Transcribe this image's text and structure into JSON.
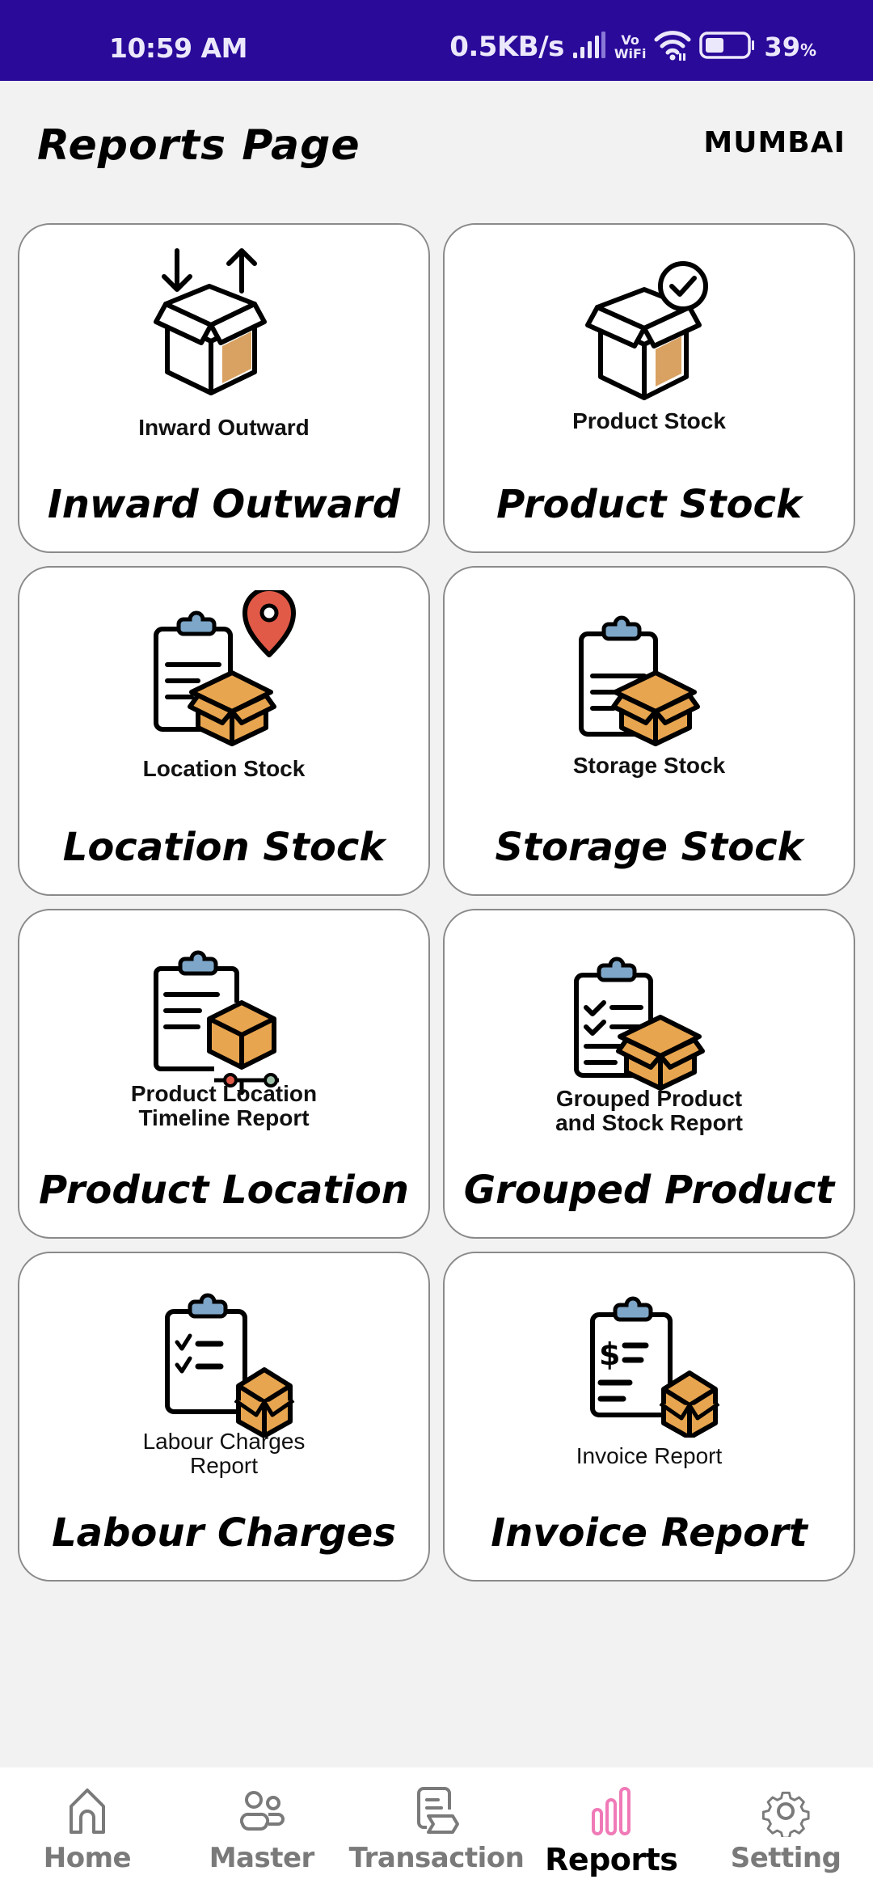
{
  "status_bar": {
    "time": "10:59 AM",
    "network_speed": "0.5KB/s",
    "vowifi_top": "Vo",
    "vowifi_bottom": "WiFi",
    "battery_percent": "39",
    "battery_unit": "%"
  },
  "header": {
    "title": "Reports Page",
    "location": "MUMBAI"
  },
  "cards": [
    {
      "icon": "box-inward-outward-icon",
      "caption": "Inward Outward",
      "title": "Inward Outward"
    },
    {
      "icon": "box-check-icon",
      "caption": "Product Stock",
      "title": "Product Stock"
    },
    {
      "icon": "clipboard-box-location-icon",
      "caption": "Location Stock",
      "title": "Location Stock"
    },
    {
      "icon": "clipboard-box-icon",
      "caption": "Storage Stock",
      "title": "Storage Stock"
    },
    {
      "icon": "clipboard-cube-timeline-icon",
      "caption_line1": "Product Location",
      "caption_line2": "Timeline Report",
      "title": "Product Location"
    },
    {
      "icon": "clipboard-checklist-box-icon",
      "caption_line1": "Grouped Product",
      "caption_line2": "and Stock Report",
      "title": "Grouped Product"
    },
    {
      "icon": "clipboard-checklist-box-icon",
      "caption_line1": "Labour Charges",
      "caption_line2": "Report",
      "title": "Labour Charges"
    },
    {
      "icon": "clipboard-invoice-box-icon",
      "caption": "Invoice Report",
      "title": "Invoice Report"
    }
  ],
  "bottom_nav": {
    "items": [
      {
        "label": "Home",
        "icon": "home-icon",
        "active": false
      },
      {
        "label": "Master",
        "icon": "users-icon",
        "active": false
      },
      {
        "label": "Transaction",
        "icon": "transaction-icon",
        "active": false
      },
      {
        "label": "Reports",
        "icon": "bar-chart-icon",
        "active": true
      },
      {
        "label": "Setting",
        "icon": "gear-icon",
        "active": false
      }
    ]
  },
  "colors": {
    "status_bar_bg": "#2a0a99",
    "page_bg": "#f2f2f2",
    "card_border": "#8a8a8a",
    "box_orange": "#e8a54f",
    "box_tan": "#d9a262",
    "clip_blue": "#7da6c8",
    "pin_red": "#e05a47",
    "nav_active": "#f07ab7",
    "nav_inactive": "#7a7a7a"
  }
}
